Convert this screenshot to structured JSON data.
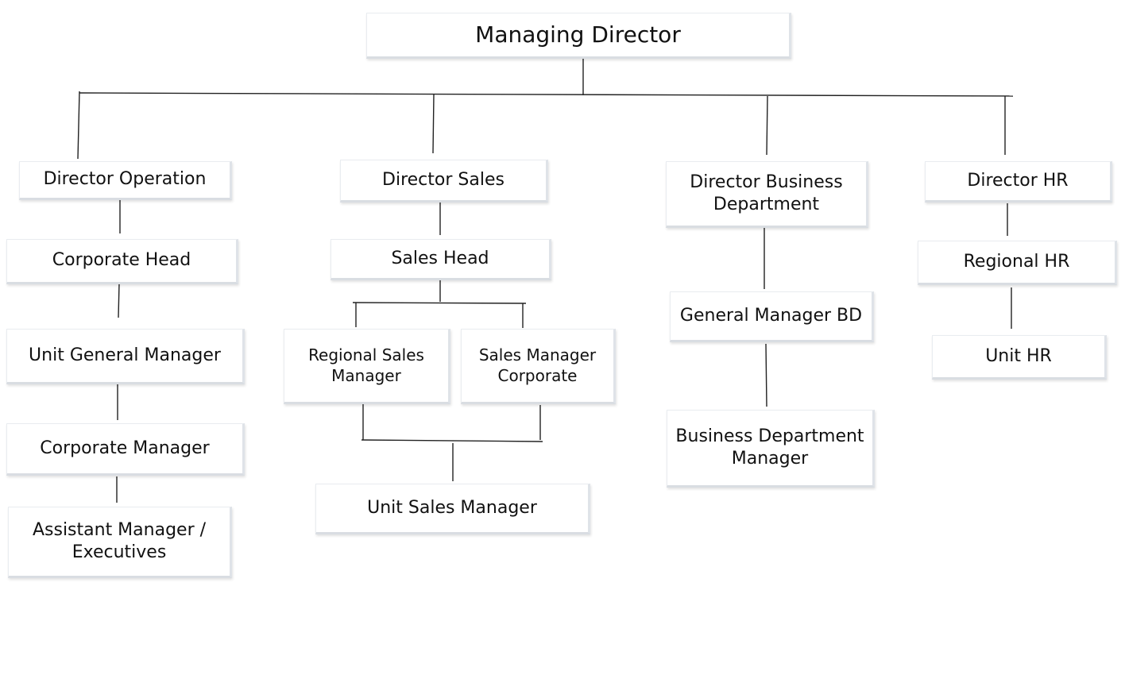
{
  "org_chart": {
    "root": {
      "label": "Managing Director"
    },
    "operation": {
      "director": "Director Operation",
      "corporate_head": "Corporate Head",
      "unit_general_manager": "Unit General Manager",
      "corporate_manager": "Corporate Manager",
      "assistant_manager": "Assistant Manager /\nExecutives"
    },
    "sales": {
      "director": "Director Sales",
      "sales_head": "Sales Head",
      "regional_sales_manager": "Regional Sales\nManager",
      "sales_manager_corporate": "Sales Manager\nCorporate",
      "unit_sales_manager": "Unit Sales Manager"
    },
    "business": {
      "director": "Director Business\nDepartment",
      "general_manager_bd": "General Manager BD",
      "business_department_manager": "Business Department\nManager"
    },
    "hr": {
      "director": "Director HR",
      "regional_hr": "Regional HR",
      "unit_hr": "Unit HR"
    }
  }
}
